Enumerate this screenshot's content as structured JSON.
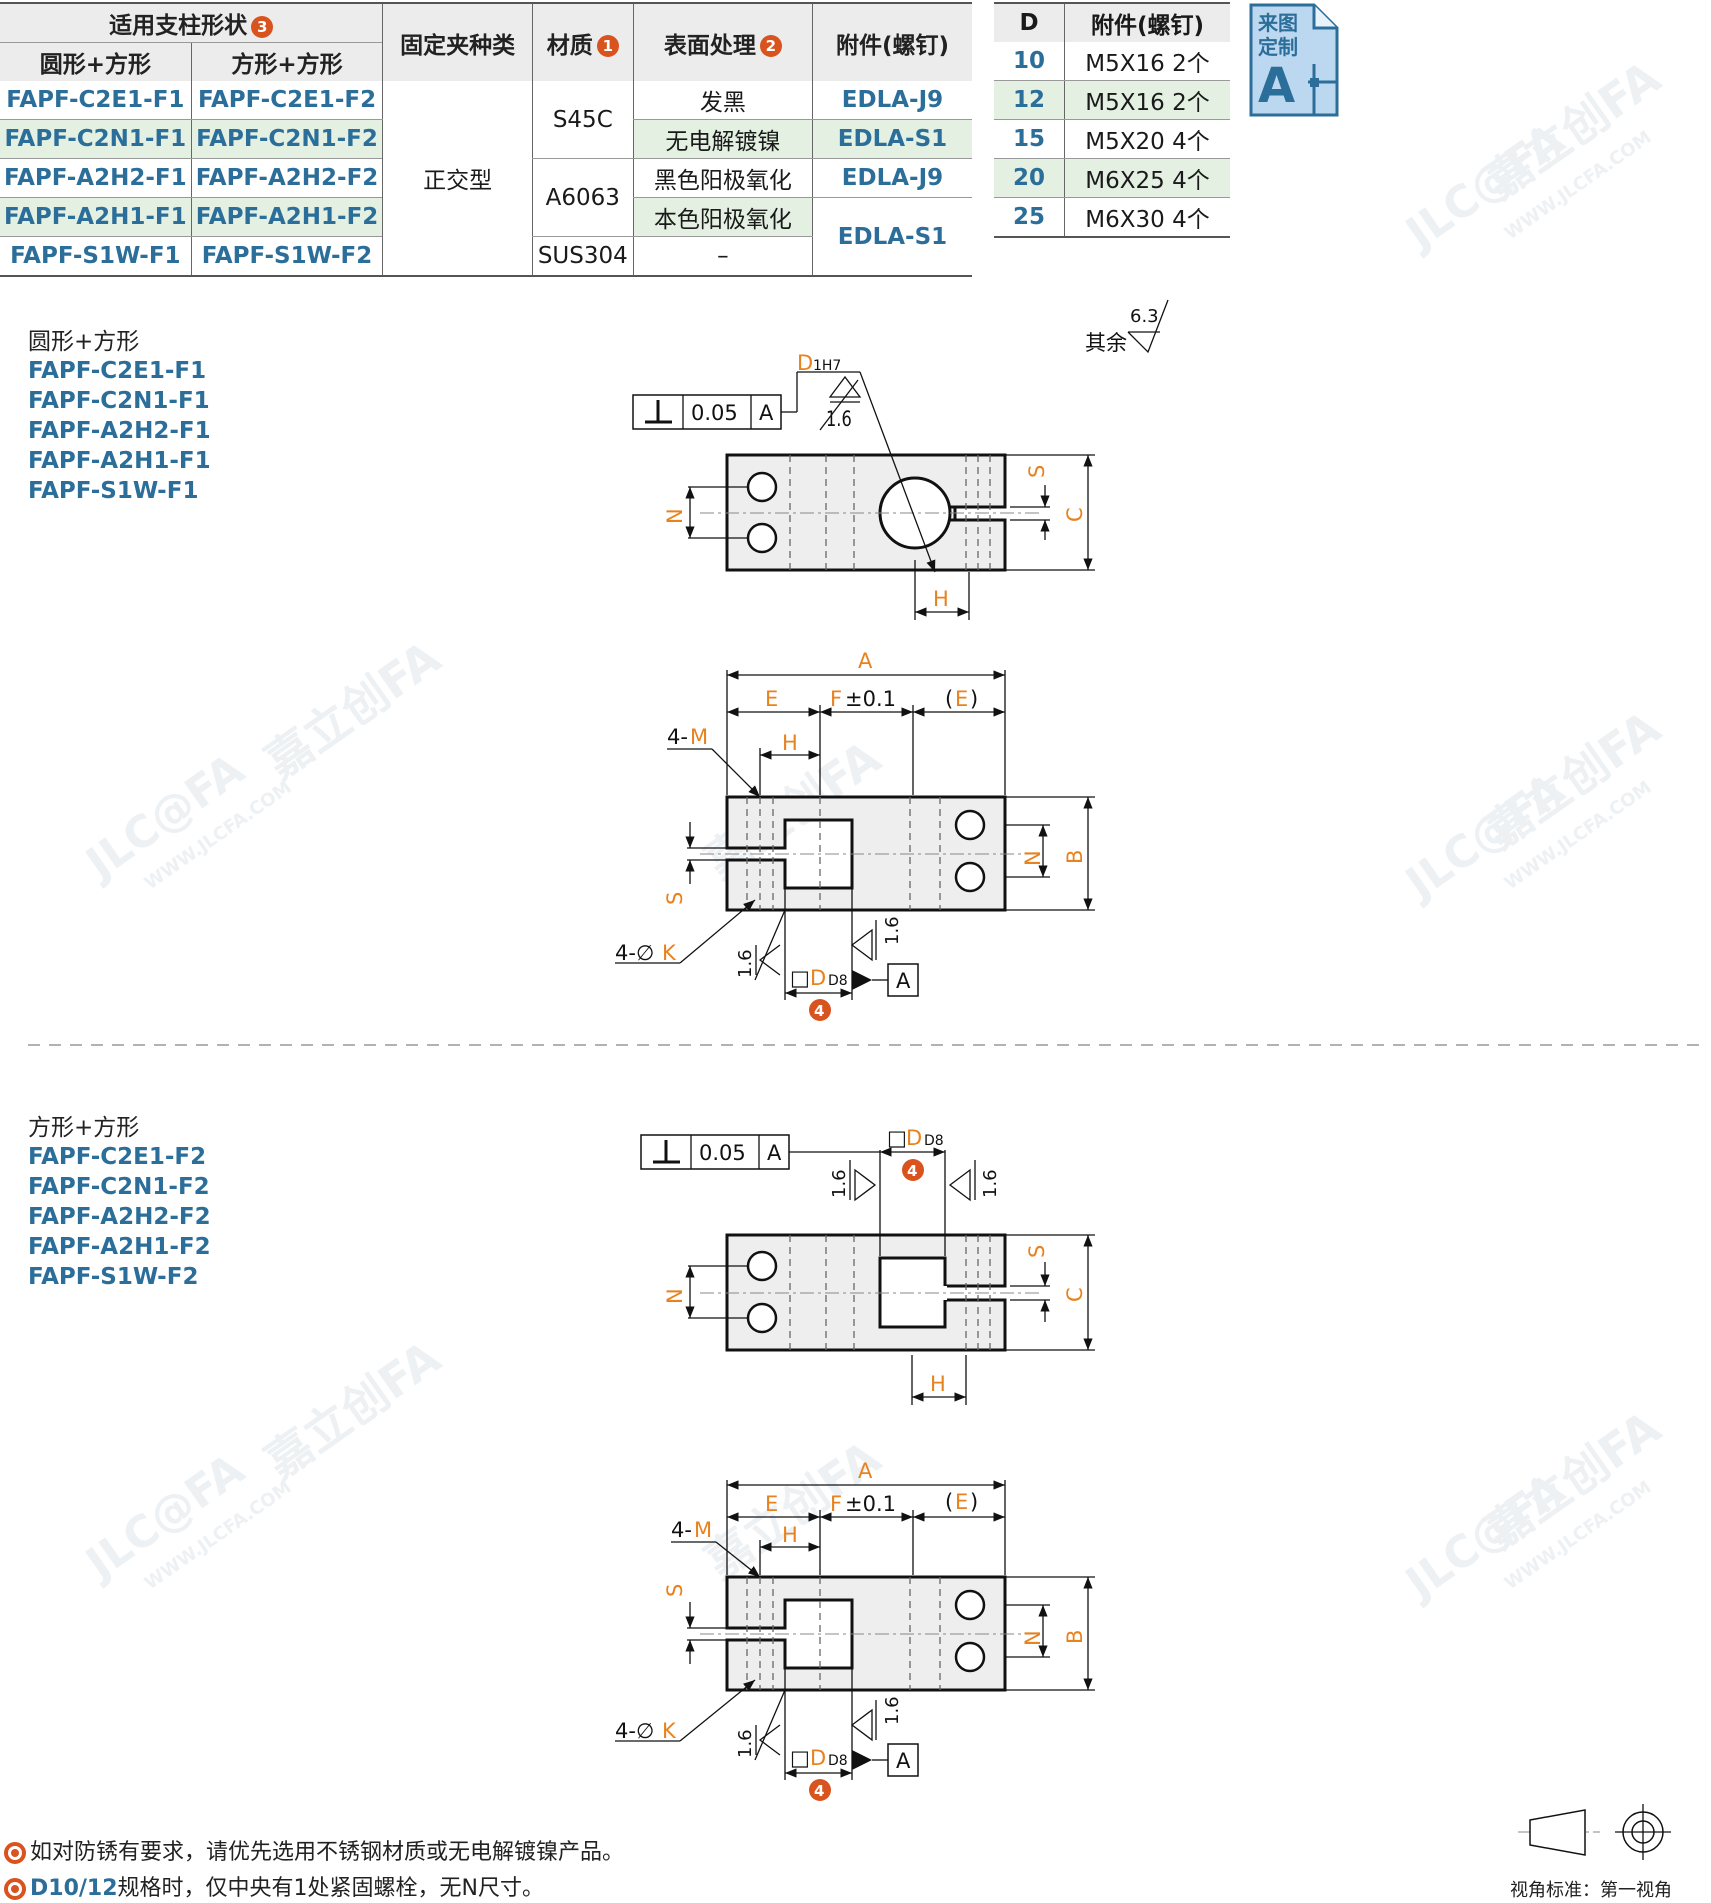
{
  "spec_table": {
    "header_group": "适用支柱形状",
    "header_group_badge": "3",
    "col_round": "圆形+方形",
    "col_square": "方形+方形",
    "col_clamp": "固定夹种类",
    "col_material": "材质",
    "col_material_badge": "1",
    "col_surface": "表面处理",
    "col_surface_badge": "2",
    "col_accessory": "附件(螺钉)",
    "clamp_type": "正交型",
    "material_1": "S45C",
    "material_2": "A6063",
    "material_3": "SUS304",
    "rows": [
      {
        "round": "FAPF-C2E1-F1",
        "square": "FAPF-C2E1-F2",
        "surface": "发黑",
        "accessory": "EDLA-J9"
      },
      {
        "round": "FAPF-C2N1-F1",
        "square": "FAPF-C2N1-F2",
        "surface": "无电解镀镍",
        "accessory": "EDLA-S1"
      },
      {
        "round": "FAPF-A2H2-F1",
        "square": "FAPF-A2H2-F2",
        "surface": "黑色阳极氧化",
        "accessory": "EDLA-J9"
      },
      {
        "round": "FAPF-A2H1-F1",
        "square": "FAPF-A2H1-F2",
        "surface": "本色阳极氧化",
        "accessory": "EDLA-S1"
      },
      {
        "round": "FAPF-S1W-F1",
        "square": "FAPF-S1W-F2",
        "surface": "–",
        "accessory": ""
      }
    ]
  },
  "screw_table": {
    "col_d": "D",
    "col_screw": "附件(螺钉)",
    "rows": [
      {
        "d": "10",
        "screw": "M5X16 2个"
      },
      {
        "d": "12",
        "screw": "M5X16 2个"
      },
      {
        "d": "15",
        "screw": "M5X20 4个"
      },
      {
        "d": "20",
        "screw": "M6X25 4个"
      },
      {
        "d": "25",
        "screw": "M6X30 4个"
      }
    ]
  },
  "custom_badge": {
    "line1": "来图",
    "line2": "定制",
    "letter": "A"
  },
  "section1": {
    "title": "圆形+方形",
    "codes": [
      "FAPF-C2E1-F1",
      "FAPF-C2N1-F1",
      "FAPF-A2H2-F1",
      "FAPF-A2H1-F1",
      "FAPF-S1W-F1"
    ]
  },
  "section2": {
    "title": "方形+方形",
    "codes": [
      "FAPF-C2E1-F2",
      "FAPF-C2N1-F2",
      "FAPF-A2H2-F2",
      "FAPF-A2H1-F2",
      "FAPF-S1W-F2"
    ]
  },
  "drawing": {
    "roughness_other": "其余",
    "roughness_value": "6.3",
    "roughness_fine": "1.6",
    "tolerance": "0.05",
    "datum": "A",
    "label_d1": "D",
    "label_d1_sub": "1H7",
    "label_dd": "D",
    "label_dd_sub": "D8",
    "label_square": "□",
    "badge4": "4",
    "dim_a": "A",
    "dim_b": "B",
    "dim_c": "C",
    "dim_e": "E",
    "dim_e_paren_open": "(",
    "dim_e_paren_close": ")",
    "dim_f": "F",
    "dim_f_tol": "±0.1",
    "dim_h": "H",
    "dim_n": "N",
    "dim_s": "S",
    "dim_m_prefix": "4-",
    "dim_m": "M",
    "dim_k_prefix": "4-∅",
    "dim_k": "K"
  },
  "notes": [
    {
      "text": "如对防锈有要求，请优先选用不锈钢材质或无电解镀镍产品。",
      "highlight": ""
    },
    {
      "text": "规格时，仅中央有1处紧固螺栓，无N尺寸。",
      "highlight": "D10/12"
    }
  ],
  "projection": {
    "label": "视角标准：第一视角"
  },
  "watermark": {
    "brand": "嘉立创FA",
    "logo": "JLC@FA",
    "url": "WWW.JLCFA.COM"
  },
  "colors": {
    "accent": "#2c6e9a",
    "orange": "#e8821e",
    "badge": "#d9531e",
    "green": "#e4f1e2"
  }
}
